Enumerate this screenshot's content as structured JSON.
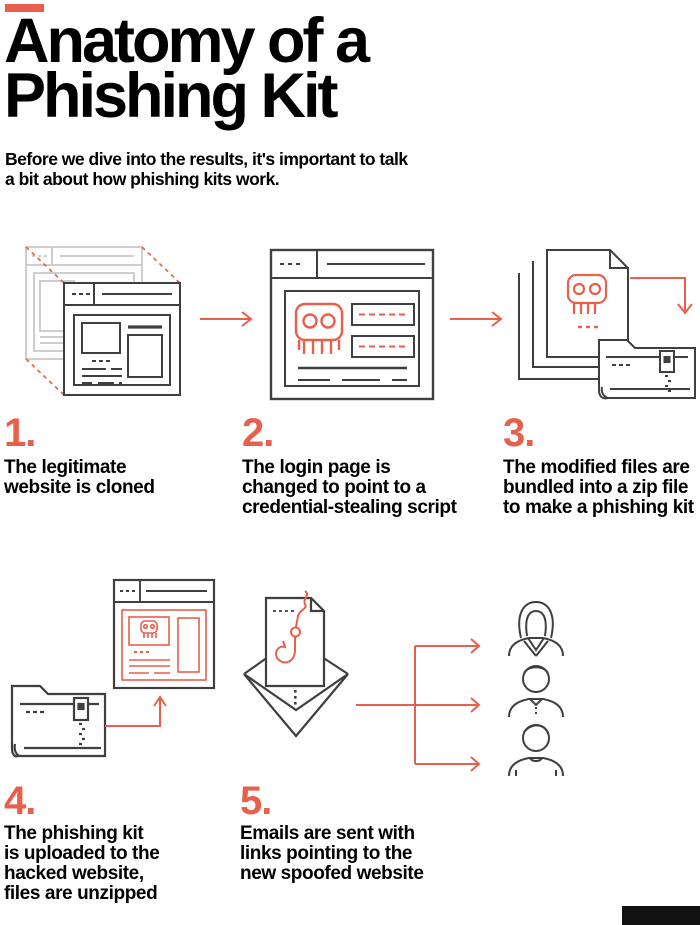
{
  "page": {
    "title": "Anatomy of a\nPhishing Kit",
    "subtitle": "Before we dive into the results, it's important to talk\na bit about how phishing kits work.",
    "colors": {
      "accent_red": "#e8604c",
      "outline_dark": "#3f3f3f",
      "outline_gray": "#c8c8c8",
      "text_black": "#000000",
      "footer_bar_black": "#111111"
    }
  },
  "steps": [
    {
      "number": "1.",
      "caption": "The legitimate\nwebsite is cloned",
      "icon": "stacked-browser-windows-icon"
    },
    {
      "number": "2.",
      "caption": "The login page is\nchanged to point to a\ncredential-stealing script",
      "icon": "browser-skull-icon"
    },
    {
      "number": "3.",
      "caption": "The modified files are\nbundled into a zip file\nto make a phishing kit",
      "icon": "files-to-zip-folder-icon"
    },
    {
      "number": "4.",
      "caption": "The phishing kit\nis uploaded to the\nhacked website,\nfiles are unzipped",
      "icon": "zip-folder-to-website-icon"
    },
    {
      "number": "5.",
      "caption": "Emails are sent with\nlinks pointing to the\nnew spoofed website",
      "icon": "email-to-recipients-icon"
    }
  ],
  "connectors": {
    "arrow": "red-right-arrow-icon"
  }
}
